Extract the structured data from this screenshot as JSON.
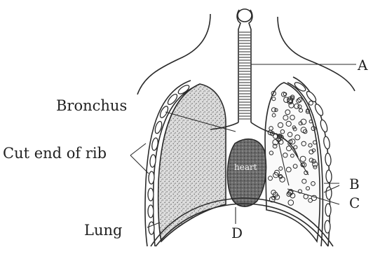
{
  "diagram": {
    "labels": {
      "bronchus": "Bronchus",
      "cut_end_of_rib": "Cut end of rib",
      "lung": "Lung",
      "heart": "heart",
      "a": "A",
      "b": "B",
      "c": "C",
      "d": "D"
    },
    "colors": {
      "line": "#2a2a2a",
      "lung_stipple": "#8a8a8a",
      "heart_fill": "#5a5a5a"
    }
  }
}
